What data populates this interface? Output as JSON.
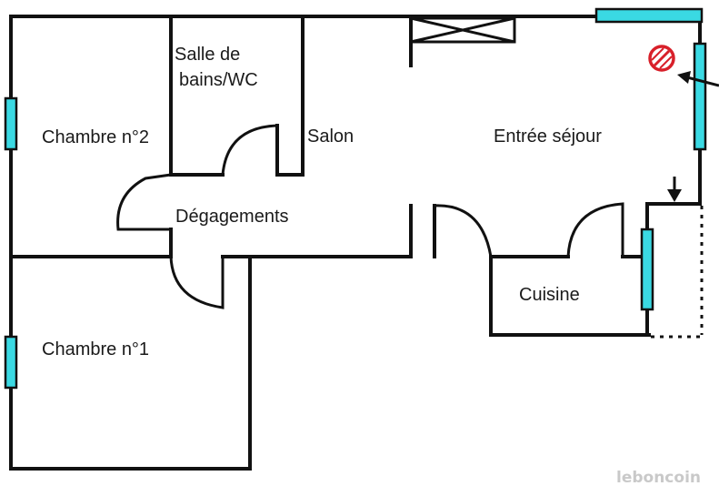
{
  "plan": {
    "rooms": [
      {
        "id": "salle-de-bains",
        "label_line1": "Salle de",
        "label_line2": "bains/WC"
      },
      {
        "id": "chambre-2",
        "label": "Chambre n°2"
      },
      {
        "id": "salon",
        "label": "Salon"
      },
      {
        "id": "entree-sejour",
        "label": "Entrée séjour"
      },
      {
        "id": "degagements",
        "label": "Dégagements"
      },
      {
        "id": "cuisine",
        "label": "Cuisine"
      },
      {
        "id": "chambre-1",
        "label": "Chambre n°1"
      }
    ],
    "watermark": "leboncoin",
    "colors": {
      "wall": "#111111",
      "window": "#3ad9e3",
      "no_entry_sign": "#d8202a"
    },
    "icons": [
      "no-entry-icon",
      "arrow-icon",
      "ventilation-icon"
    ]
  }
}
